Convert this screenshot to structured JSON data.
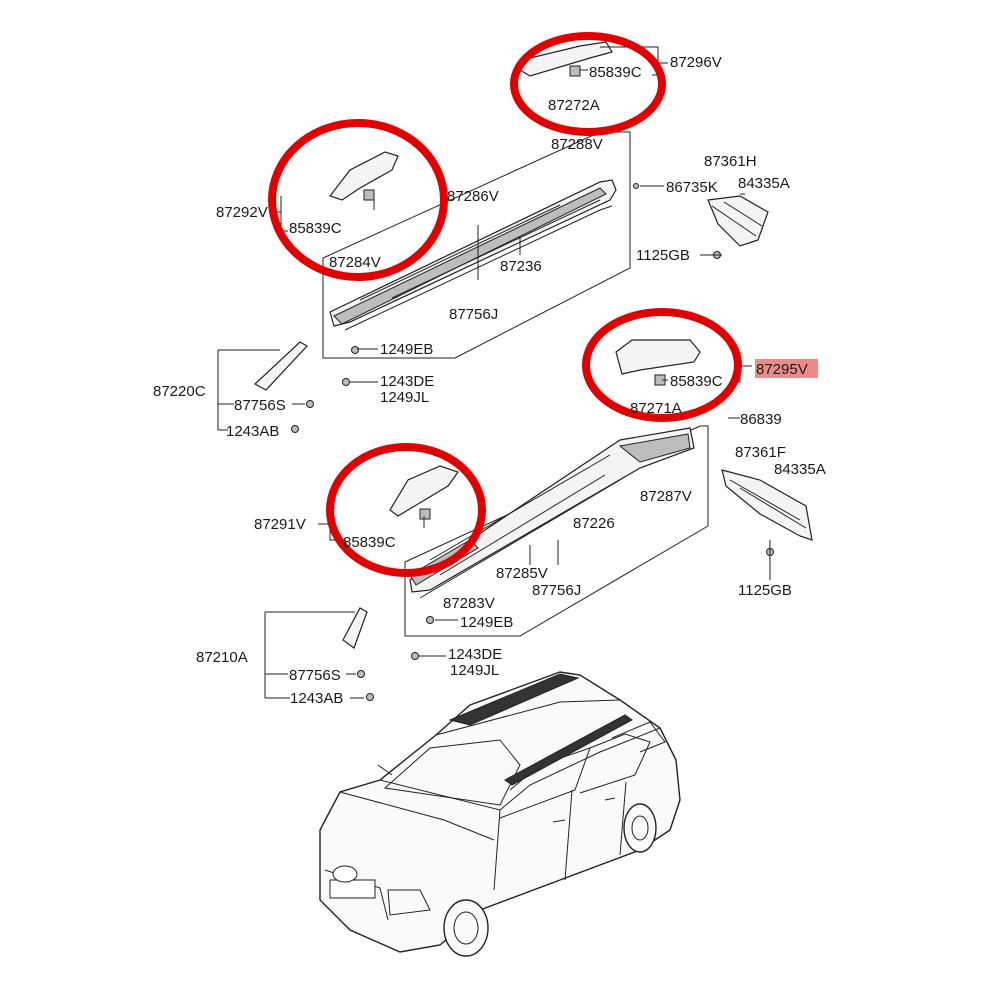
{
  "colors": {
    "highlight_circle": "#e00000",
    "highlight_box": "#ef8a8a",
    "line": "#222222"
  },
  "labels": {
    "p87296V": "87296V",
    "p85839C_a": "85839C",
    "p87272A": "87272A",
    "p87288V": "87288V",
    "p87292V": "87292V",
    "p85839C_b": "85839C",
    "p87286V": "87286V",
    "p87284V": "87284V",
    "p87236": "87236",
    "p87756J_a": "87756J",
    "p1249EB_a": "1249EB",
    "p86735K": "86735K",
    "p87361H": "87361H",
    "p84335A_a": "84335A",
    "p1125GB_a": "1125GB",
    "p87220C": "87220C",
    "p87756S_a": "87756S",
    "p1243AB_a": "1243AB",
    "p1243DE_a": "1243DE",
    "p1249JL_a": "1249JL",
    "p87295V": "87295V",
    "p85839C_c": "85839C",
    "p87271A": "87271A",
    "p86839": "86839",
    "p87361F": "87361F",
    "p84335A_b": "84335A",
    "p87287V": "87287V",
    "p87226": "87226",
    "p87291V": "87291V",
    "p85839C_d": "85839C",
    "p87285V": "87285V",
    "p87756J_b": "87756J",
    "p87283V": "87283V",
    "p1249EB_b": "1249EB",
    "p1125GB_b": "1125GB",
    "p87210A": "87210A",
    "p87756S_b": "87756S",
    "p1243AB_b": "1243AB",
    "p1243DE_b": "1243DE",
    "p1249JL_b": "1249JL"
  }
}
